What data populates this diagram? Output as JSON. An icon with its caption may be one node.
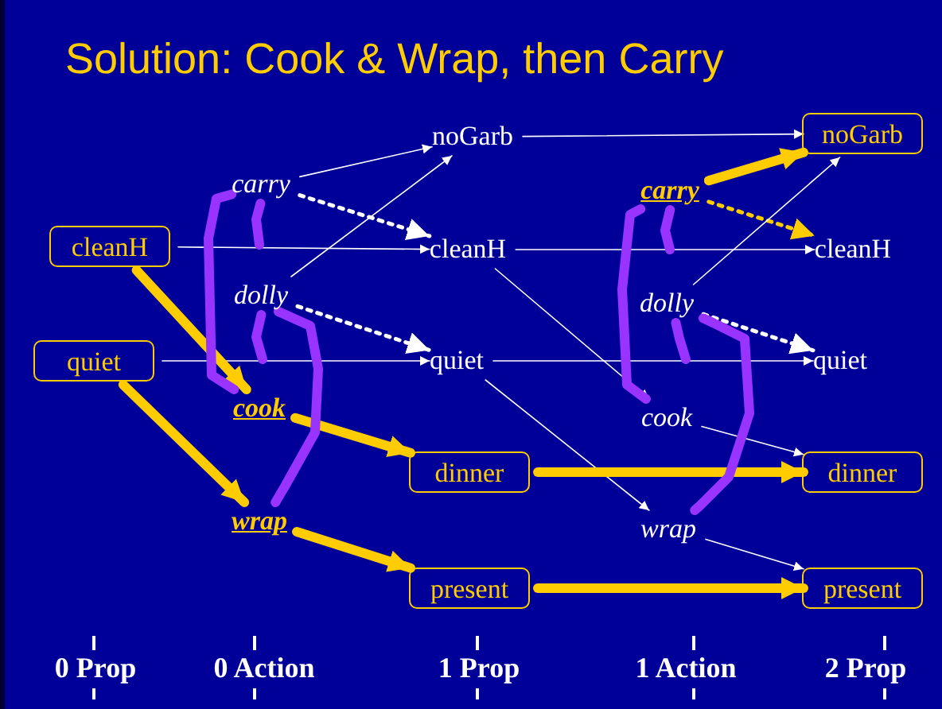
{
  "diagram": {
    "title": "Solution: Cook & Wrap, then Carry",
    "nodes": [
      {
        "text": [
          "cleanH"
        ]
      },
      {
        "text": [
          "quiet"
        ]
      },
      {
        "text": [
          "carry"
        ]
      },
      {
        "text": [
          "dolly"
        ]
      },
      {
        "text": [
          "cook"
        ]
      },
      {
        "text": [
          "wrap"
        ]
      },
      {
        "text": [
          "noGarb"
        ]
      },
      {
        "text": [
          "cleanH"
        ]
      },
      {
        "text": [
          "quiet"
        ]
      },
      {
        "text": [
          "dinner"
        ]
      },
      {
        "text": [
          "present"
        ]
      },
      {
        "text": [
          "carry"
        ]
      },
      {
        "text": [
          "dolly"
        ]
      },
      {
        "text": [
          "cook"
        ]
      },
      {
        "text": [
          "wrap"
        ]
      },
      {
        "text": [
          "noGarb"
        ]
      },
      {
        "text": [
          "cleanH"
        ]
      },
      {
        "text": [
          "quiet"
        ]
      },
      {
        "text": [
          "dinner"
        ]
      },
      {
        "text": [
          "present"
        ]
      }
    ],
    "edges": [
      {
        "from": 0,
        "to": 7,
        "arrow": "to"
      },
      {
        "from": 1,
        "to": 8,
        "arrow": "to"
      },
      {
        "from": 0,
        "to": 4,
        "arrow": "to",
        "style": "thick",
        "color": "#ffcc00"
      },
      {
        "from": 1,
        "to": 5,
        "arrow": "to",
        "style": "thick",
        "color": "#ffcc00"
      },
      {
        "from": 2,
        "to": 6,
        "arrow": "to"
      },
      {
        "from": 2,
        "to": 7,
        "arrow": "to",
        "style": "dashed"
      },
      {
        "from": 3,
        "to": 6,
        "arrow": "to"
      },
      {
        "from": 3,
        "to": 8,
        "arrow": "to",
        "style": "dashed"
      },
      {
        "from": 4,
        "to": 9,
        "arrow": "to",
        "style": "thick",
        "color": "#ffcc00"
      },
      {
        "from": 5,
        "to": 10,
        "arrow": "to",
        "style": "thick",
        "color": "#ffcc00"
      },
      {
        "from": 2,
        "to": 4,
        "arrow": "none",
        "style": "thick",
        "color": "#9933ff"
      },
      {
        "from": 2,
        "to": null,
        "arrow": "none",
        "style": "thick",
        "color": "#9933ff"
      },
      {
        "from": 3,
        "to": null,
        "arrow": "none",
        "style": "thick",
        "color": "#9933ff"
      },
      {
        "from": 3,
        "to": 5,
        "arrow": "none",
        "style": "thick",
        "color": "#9933ff"
      },
      {
        "from": 6,
        "to": 15,
        "arrow": "to"
      },
      {
        "from": 7,
        "to": 16,
        "arrow": "to"
      },
      {
        "from": 7,
        "to": 13,
        "arrow": "to"
      },
      {
        "from": 8,
        "to": 17,
        "arrow": "to"
      },
      {
        "from": 8,
        "to": 14,
        "arrow": "to"
      },
      {
        "from": 9,
        "to": 18,
        "arrow": "to",
        "style": "thick",
        "color": "#ffcc00"
      },
      {
        "from": 10,
        "to": 19,
        "arrow": "to",
        "style": "thick",
        "color": "#ffcc00"
      },
      {
        "from": 11,
        "to": 15,
        "arrow": "to",
        "style": "thick",
        "color": "#ffcc00"
      },
      {
        "from": 11,
        "to": 16,
        "arrow": "to",
        "style": "dashed",
        "color": "#ffcc00"
      },
      {
        "from": 12,
        "to": 15,
        "arrow": "to"
      },
      {
        "from": 12,
        "to": 17,
        "arrow": "to",
        "style": "dashed"
      },
      {
        "from": 13,
        "to": 18,
        "arrow": "to"
      },
      {
        "from": 14,
        "to": 19,
        "arrow": "to"
      },
      {
        "from": 11,
        "to": 13,
        "arrow": "none",
        "style": "thick",
        "color": "#9933ff"
      },
      {
        "from": 11,
        "to": null,
        "arrow": "none",
        "style": "thick",
        "color": "#9933ff"
      },
      {
        "from": 12,
        "to": null,
        "arrow": "none",
        "style": "thick",
        "color": "#9933ff"
      },
      {
        "from": 12,
        "to": 14,
        "arrow": "none",
        "style": "thick",
        "color": "#9933ff"
      }
    ],
    "labels": [
      "0 Prop",
      "0 Action",
      "1 Prop",
      "1 Action",
      "2 Prop"
    ]
  }
}
